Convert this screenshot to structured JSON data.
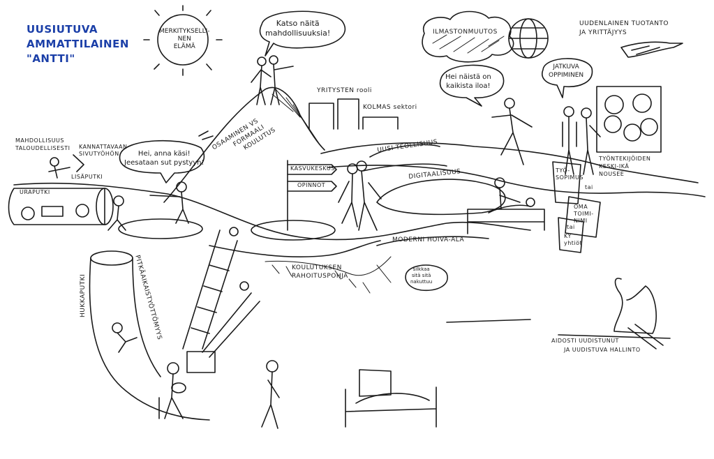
{
  "title": {
    "line1": "UUSIUTUVA",
    "line2": "AMMATTILAINEN",
    "line3": "\"ANTTI\""
  },
  "labels": {
    "merkityksellinen_line1": "MERKITYKSELLI-",
    "merkityksellinen_line2": "NEN",
    "merkityksellinen_line3": "ELÄMÄ",
    "katso_line1": "Katso näitä",
    "katso_line2": "mahdollisuuksia!",
    "ilmastonmuutos": "ILMASTONMUUTOS",
    "tuotanto_line1": "UUDENLAINEN TUOTANTO",
    "tuotanto_line2": "JA YRITTÄJYYS",
    "jatkuva_line1": "JATKUVA",
    "jatkuva_line2": "OPPIMINEN",
    "hei_naista_line1": "Hei näistä on",
    "hei_naista_line2": "kaikista iloa!",
    "yritysten_rooli": "YRITYSTEN rooli",
    "kolmas_sektori": "KOLMAS sektori",
    "mahdollisuus_line1": "MAHDOLLISUUS",
    "mahdollisuus_line2": "TALOUDELLISESTI",
    "kannattavaan_line1": "KANNATTAVAAN",
    "kannattavaan_line2": "SIVUTYÖHÖN",
    "lisaputki": "LISÄPUTKI",
    "hei_anna_line1": "Hei, anna käsi!",
    "hei_anna_line2": "Jeesataan sut pystyyn!",
    "osaaminen_line1": "OSAAMINEN VS",
    "osaaminen_line2": "FORMAALI",
    "osaaminen_line3": "KOULUTUS",
    "kasvukeskus": "KASVUKESKUS",
    "opinnot": "OPINNOT",
    "uusi_teollisuus": "UUSI TEOLLISUUS",
    "digitaalisuus": "DIGITAALISUUS",
    "uraputki": "URAPUTKI",
    "tyosopimus_line1": "TYÖ-",
    "tyosopimus_line2": "SOPIMUS",
    "tai1": "tai",
    "oma_line1": "OMA",
    "oma_line2": "TOIMI-",
    "oma_line3": "NIMI",
    "tai2": "tai",
    "ky_line1": "KY",
    "ky_line2": "yhtiöt",
    "tyontekijoiden_line1": "TYÖNTEKIJÖIDEN",
    "tyontekijoiden_line2": "KESKI-IKÄ",
    "tyontekijoiden_line3": "NOUSEE",
    "moderni": "MODERNI HOIVA-ALA",
    "koulutuksen_line1": "KOULUTUKSEN",
    "koulutuksen_line2": "RAHOITUSPOHJA",
    "silkkaa_line1": "silkkaa",
    "silkkaa_line2": "sitä sitä",
    "silkkaa_line3": "nakuttuu",
    "hukkaputki": "HUKKAPUTKI",
    "pitkaaikais": "PITKÄAIKAISTYÖTTÖMYYS",
    "aidosti_line1": "AIDOSTI UUDISTUNUT",
    "aidosti_line2": "ja UUDISTUVA HALLINTO"
  }
}
